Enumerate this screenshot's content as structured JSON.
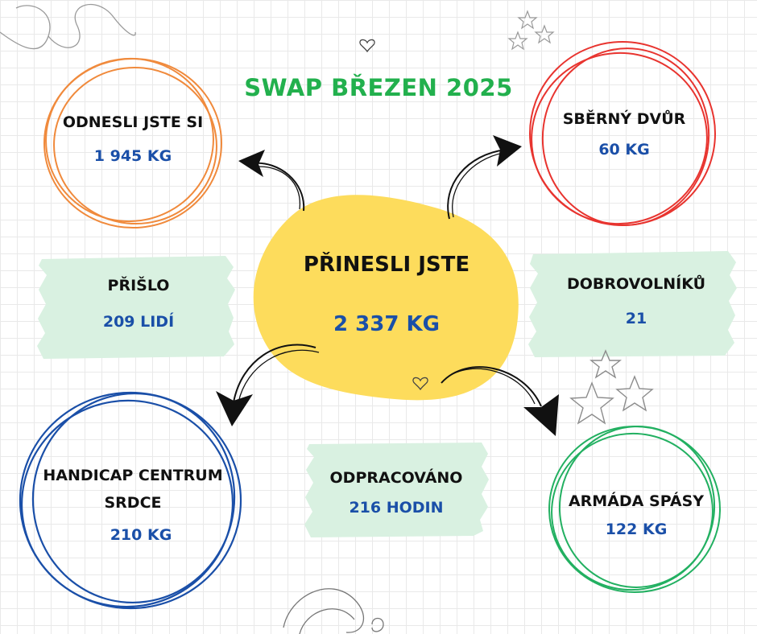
{
  "title": "SWAP BŘEZEN 2025",
  "center": {
    "label": "PŘINESLI JSTE",
    "value": "2 337 KG"
  },
  "circles": {
    "top_left": {
      "label": "ODNESLI JSTE SI",
      "value": "1 945 KG",
      "color": "#f08a3c"
    },
    "top_right": {
      "label": "SBĚRNÝ DVŮR",
      "value": "60 KG",
      "color": "#e8342f"
    },
    "bottom_left": {
      "label_line1": "HANDICAP CENTRUM",
      "label_line2": "SRDCE",
      "value": "210 KG",
      "color": "#1a4fa8"
    },
    "bottom_right": {
      "label": "ARMÁDA SPÁSY",
      "value": "122 KG",
      "color": "#22b061"
    }
  },
  "stats": {
    "visitors": {
      "label": "PŘIŠLO",
      "value": "209 LIDÍ"
    },
    "volunteers": {
      "label": "DOBROVOLNÍKŮ",
      "value": "21"
    },
    "worked": {
      "label": "ODPRACOVÁNO",
      "value": "216 HODIN"
    }
  },
  "colors": {
    "title": "#22b04d",
    "blob": "#fddc5c",
    "stat_brush": "#d9f1e1",
    "value_text": "#1a4fa8",
    "label_text": "#111111"
  }
}
